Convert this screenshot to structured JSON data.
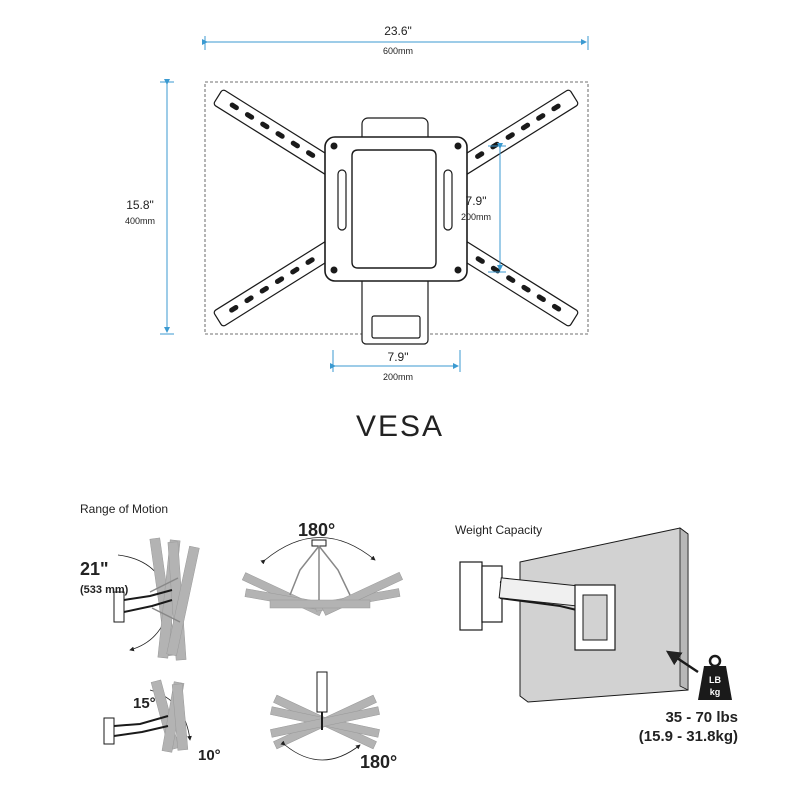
{
  "vesa": {
    "title": "VESA",
    "outer_width_in": "23.6\"",
    "outer_width_mm": "600mm",
    "outer_height_in": "15.8\"",
    "outer_height_mm": "400mm",
    "inner_height_in": "7.9\"",
    "inner_height_mm": "200mm",
    "inner_width_in": "7.9\"",
    "inner_width_mm": "200mm"
  },
  "motion": {
    "heading": "Range of Motion",
    "extension_in": "21\"",
    "extension_mm": "(533 mm)",
    "swivel_top": "180°",
    "tilt_up": "15°",
    "tilt_down": "10°",
    "swivel_bottom": "180°"
  },
  "weight": {
    "heading": "Weight Capacity",
    "weight_icon_top": "LB",
    "weight_icon_bottom": "kg",
    "range_lbs": "35 - 70 lbs",
    "range_kg": "(15.9 - 31.8kg)"
  },
  "colors": {
    "dimension_line": "#3b9ad1",
    "ghost_arm": "#b3b3b3",
    "panel": "#d2d2d2",
    "outline": "#1a1a1a"
  }
}
